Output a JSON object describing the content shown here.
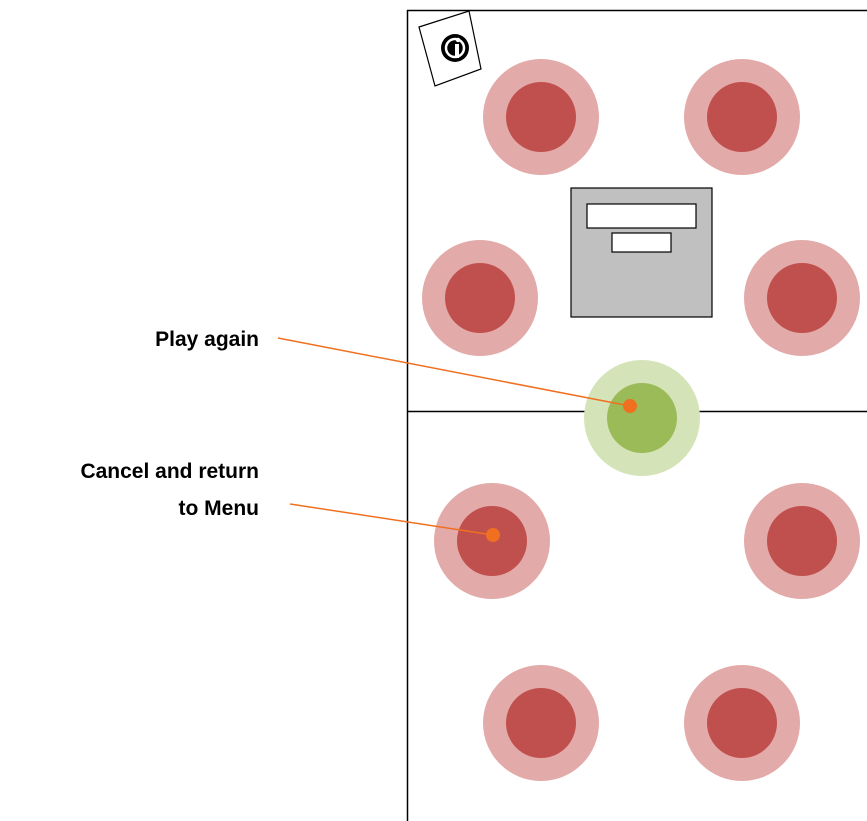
{
  "colors": {
    "button_outer": "#e3aaaa",
    "button_inner": "#c0504d",
    "active_outer": "#d5e4b8",
    "active_inner": "#9bbb59",
    "callout": "#f07020",
    "panel_fill": "#c0c0c0",
    "frame": "#000000"
  },
  "logo": {
    "icon": "info-icon"
  },
  "dialog": {
    "title_field": "",
    "value_field": ""
  },
  "buttons": [
    {
      "id": "top-left",
      "state": "idle"
    },
    {
      "id": "top-right",
      "state": "idle"
    },
    {
      "id": "middle-left",
      "state": "idle"
    },
    {
      "id": "middle-right",
      "state": "idle"
    },
    {
      "id": "play-again",
      "state": "active"
    },
    {
      "id": "lower-left",
      "state": "idle"
    },
    {
      "id": "lower-right",
      "state": "idle"
    },
    {
      "id": "bottom-left",
      "state": "idle"
    },
    {
      "id": "bottom-right",
      "state": "idle"
    }
  ],
  "callouts": {
    "play_again": {
      "label": "Play again"
    },
    "cancel": {
      "line1": "Cancel and return",
      "line2": "to Menu"
    }
  }
}
